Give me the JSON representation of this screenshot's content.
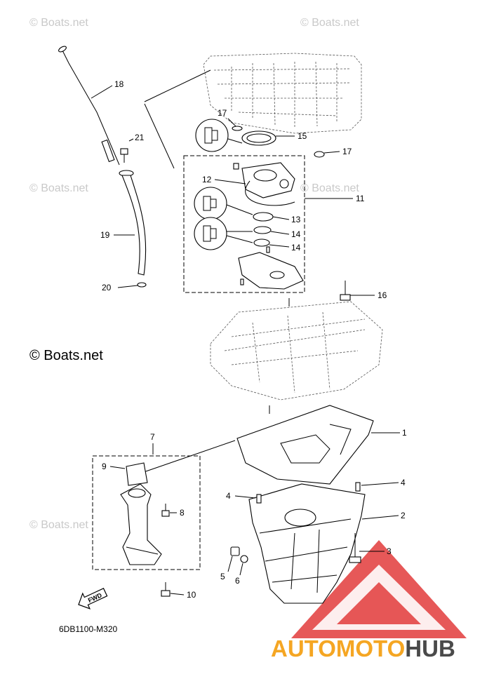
{
  "watermarks": {
    "small_text": "© Boats.net",
    "main_text": "© Boats.net"
  },
  "diagram_code": "6DB1100-M320",
  "fwd_label": "FWD",
  "brand": {
    "part_a": "AUTOMOTO",
    "part_b": "HUB",
    "color_a": "#f5a623",
    "color_b": "#4a4a4a",
    "logo_color": "#e23b3b"
  },
  "callouts": {
    "p1": "1",
    "p2": "2",
    "p3": "3",
    "p4a": "4",
    "p4b": "4",
    "p5": "5",
    "p6": "6",
    "p7": "7",
    "p8": "8",
    "p9": "9",
    "p10": "10",
    "p11": "11",
    "p12": "12",
    "p13": "13",
    "p14a": "14",
    "p14b": "14",
    "p15": "15",
    "p16": "16",
    "p17a": "17",
    "p17b": "17",
    "p18": "18",
    "p19": "19",
    "p20": "20",
    "p21": "21"
  }
}
